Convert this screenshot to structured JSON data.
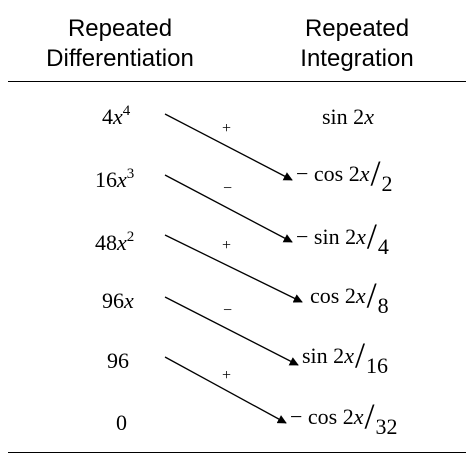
{
  "headers": {
    "left_line1": "Repeated",
    "left_line2": "Differentiation",
    "right_line1": "Repeated",
    "right_line2": "Integration"
  },
  "derivatives": [
    {
      "coef": "4",
      "var": "x",
      "exp": "4"
    },
    {
      "coef": "16",
      "var": "x",
      "exp": "3"
    },
    {
      "coef": "48",
      "var": "x",
      "exp": "2"
    },
    {
      "coef": "96",
      "var": "x",
      "exp": ""
    },
    {
      "coef": "96",
      "var": "",
      "exp": ""
    },
    {
      "coef": "0",
      "var": "",
      "exp": ""
    }
  ],
  "integrals": [
    {
      "sign": "",
      "func": "sin 2",
      "var": "x",
      "den": ""
    },
    {
      "sign": "−",
      "func": "cos 2",
      "var": "x",
      "den": "2"
    },
    {
      "sign": "−",
      "func": "sin 2",
      "var": "x",
      "den": "4"
    },
    {
      "sign": "",
      "func": "cos 2",
      "var": "x",
      "den": "8"
    },
    {
      "sign": "",
      "func": "sin 2",
      "var": "x",
      "den": "16"
    },
    {
      "sign": "−",
      "func": "cos 2",
      "var": "x",
      "den": "32"
    }
  ],
  "signs": [
    "+",
    "−",
    "+",
    "−",
    "+"
  ]
}
